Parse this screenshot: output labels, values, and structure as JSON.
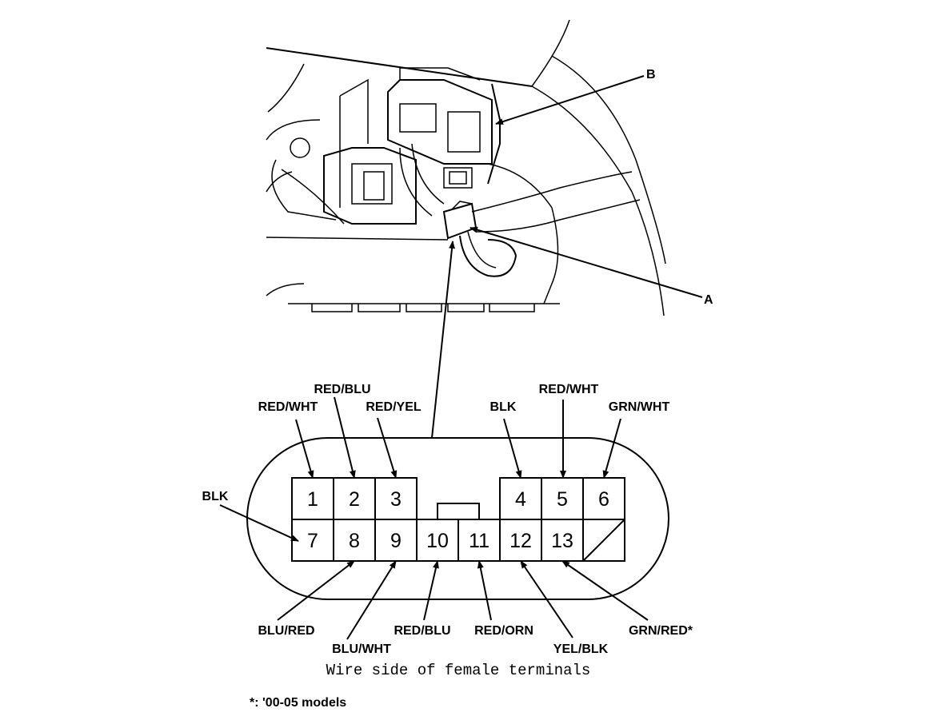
{
  "callouts": {
    "a": "A",
    "b": "B"
  },
  "terminals": {
    "t1": "1",
    "t2": "2",
    "t3": "3",
    "t4": "4",
    "t5": "5",
    "t6": "6",
    "t7": "7",
    "t8": "8",
    "t9": "9",
    "t10": "10",
    "t11": "11",
    "t12": "12",
    "t13": "13"
  },
  "wires": {
    "w1": "RED/WHT",
    "w2": "RED/BLU",
    "w3": "RED/YEL",
    "w4": "BLK",
    "w5": "RED/WHT",
    "w6": "GRN/WHT",
    "w7": "BLK",
    "w8": "BLU/RED",
    "w9": "BLU/WHT",
    "w10": "RED/BLU",
    "w11": "RED/ORN",
    "w12": "YEL/BLK",
    "w13": "GRN/RED*"
  },
  "caption": "Wire side of female terminals",
  "footnote": "*: '00-05 models"
}
